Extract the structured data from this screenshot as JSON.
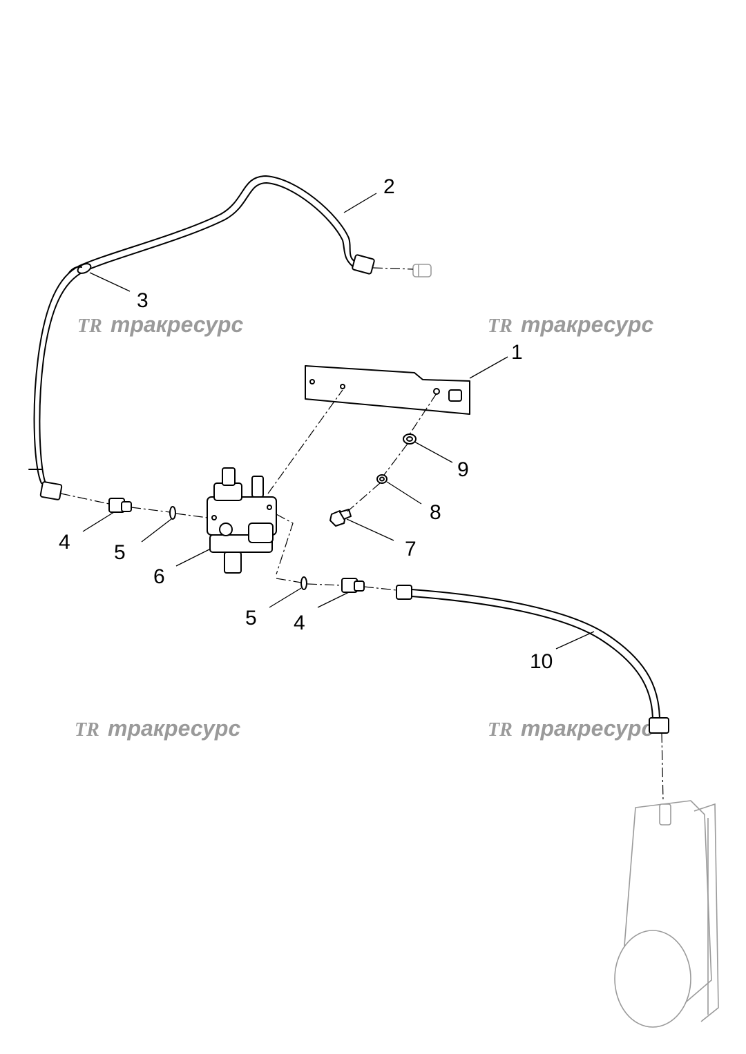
{
  "watermark": {
    "logo": "TR",
    "text": "тракресурс"
  },
  "callouts": [
    {
      "id": "1",
      "label": "1"
    },
    {
      "id": "2",
      "label": "2"
    },
    {
      "id": "3",
      "label": "3"
    },
    {
      "id": "4a",
      "label": "4"
    },
    {
      "id": "5a",
      "label": "5"
    },
    {
      "id": "6",
      "label": "6"
    },
    {
      "id": "9",
      "label": "9"
    },
    {
      "id": "8",
      "label": "8"
    },
    {
      "id": "7",
      "label": "7"
    },
    {
      "id": "5b",
      "label": "5"
    },
    {
      "id": "4b",
      "label": "4"
    },
    {
      "id": "10",
      "label": "10"
    }
  ],
  "colors": {
    "line": "#000000",
    "watermark": "#9a9a9a",
    "background": "#ffffff"
  }
}
